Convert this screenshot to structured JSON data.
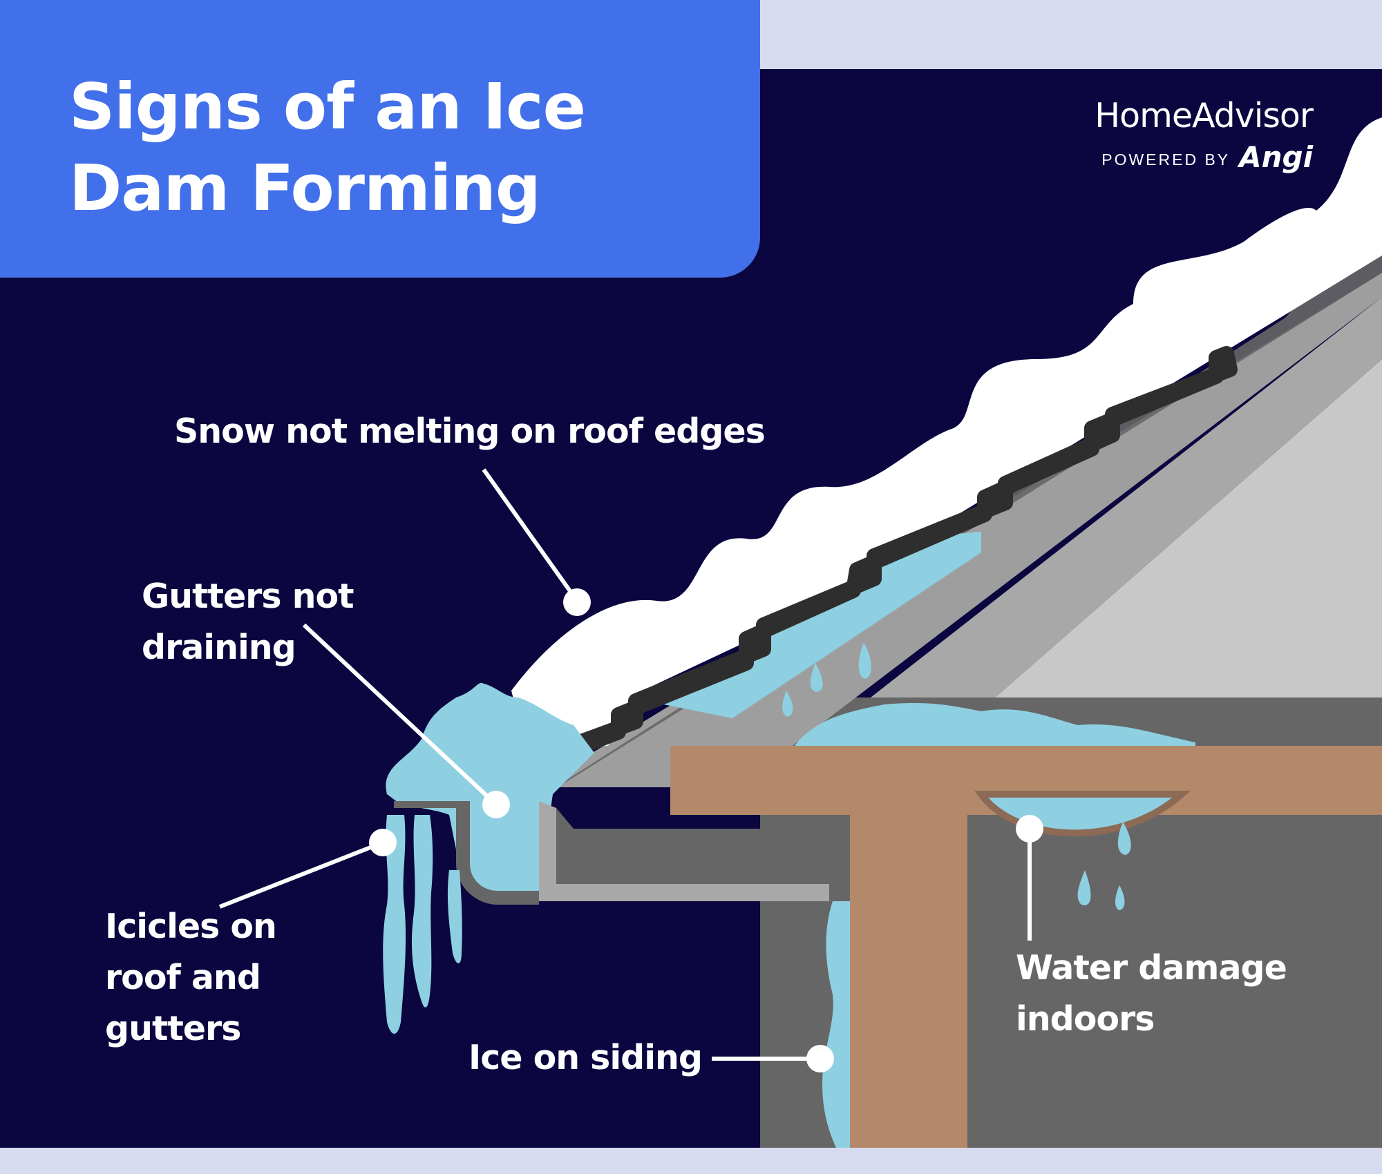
{
  "title": "Signs of an Ice Dam Forming",
  "brand": {
    "name": "HomeAdvisor",
    "tagline": "POWERED BY",
    "partner": "Angi"
  },
  "callouts": {
    "snow": "Snow not melting on roof edges",
    "gutters": "Gutters not draining",
    "icicles": "Icicles on roof and gutters",
    "siding": "Ice on siding",
    "water": "Water damage indoors"
  },
  "colors": {
    "title_box": "#4270ea",
    "background": "#0b063f",
    "snow": "#ffffff",
    "ice": "#8ed0e1",
    "shingles": "#2e2e2e",
    "roof_dark": "#666666",
    "roof_light": "#a8a8a8",
    "wood": "#b3896a"
  }
}
